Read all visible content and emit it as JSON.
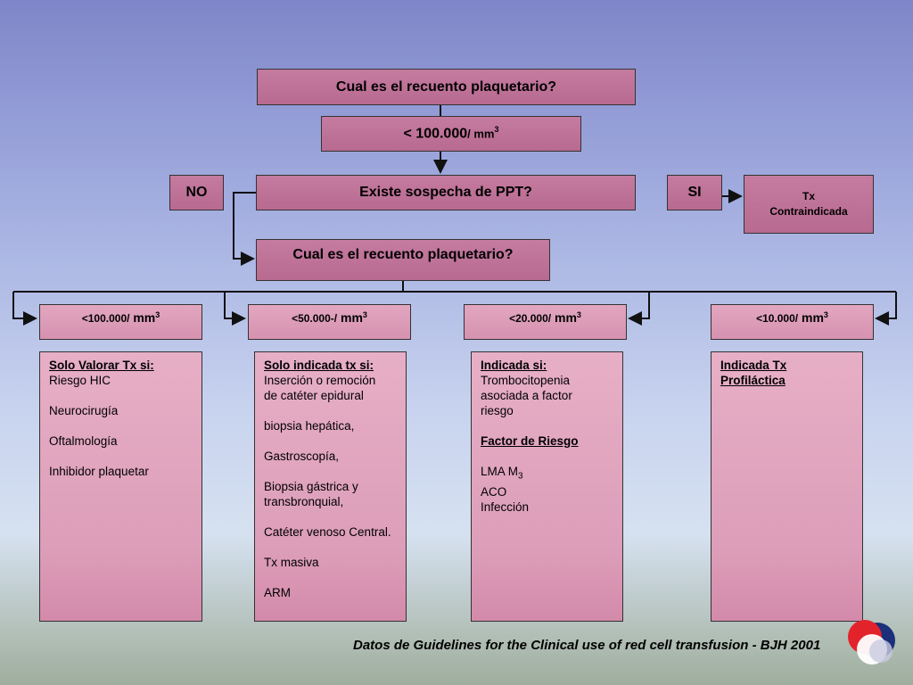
{
  "boxes": {
    "q1": "Cual es el recuento plaquetario?",
    "threshold_prefix": "< 100.000",
    "threshold_unit": "/ mm",
    "threshold_exp": "3",
    "no": "NO",
    "ppt": "Existe sospecha de PPT?",
    "si": "SI",
    "tx_line1": "Tx",
    "tx_line2": "Contraindicada",
    "q2": "Cual es el recuento plaquetario?"
  },
  "ranges": [
    {
      "value": "<100.000/",
      "unit": " mm",
      "exp": "3"
    },
    {
      "value": "<50.000-/",
      "unit": " mm",
      "exp": "3"
    },
    {
      "value": "<20.000/",
      "unit": " mm",
      "exp": "3"
    },
    {
      "value": "<10.000/",
      "unit": " mm",
      "exp": "3"
    }
  ],
  "panels": {
    "p1": {
      "title": "Solo Valorar Tx si:",
      "items": [
        "Riesgo HIC",
        "Neurocirugía",
        "Oftalmología",
        "Inhibidor plaquetar"
      ]
    },
    "p2": {
      "title": "Solo indicada tx si:",
      "items": [
        "Inserción o remoción",
        "de catéter epidural",
        "biopsia hepática,",
        "Gastroscopía,",
        "Biopsia gástrica y",
        "transbronquial,",
        "Catéter venoso Central.",
        "Tx masiva",
        "ARM"
      ]
    },
    "p3": {
      "title": "Indicada si:",
      "items": [
        "Trombocitopenia",
        "asociada a factor",
        "riesgo"
      ],
      "sub": "Factor de Riesgo",
      "items2_lma": "LMA M",
      "items2_lma_sub": "3",
      "items2": [
        "ACO",
        "Infección"
      ]
    },
    "p4": {
      "title_line1": "Indicada Tx",
      "title_line2": "Profiláctica"
    }
  },
  "footer": "Datos de Guidelines for the Clinical use of red cell transfusion - BJH 2001",
  "colors": {
    "box": "#c57699",
    "panel": "#dc9db8",
    "line": "#111111"
  }
}
